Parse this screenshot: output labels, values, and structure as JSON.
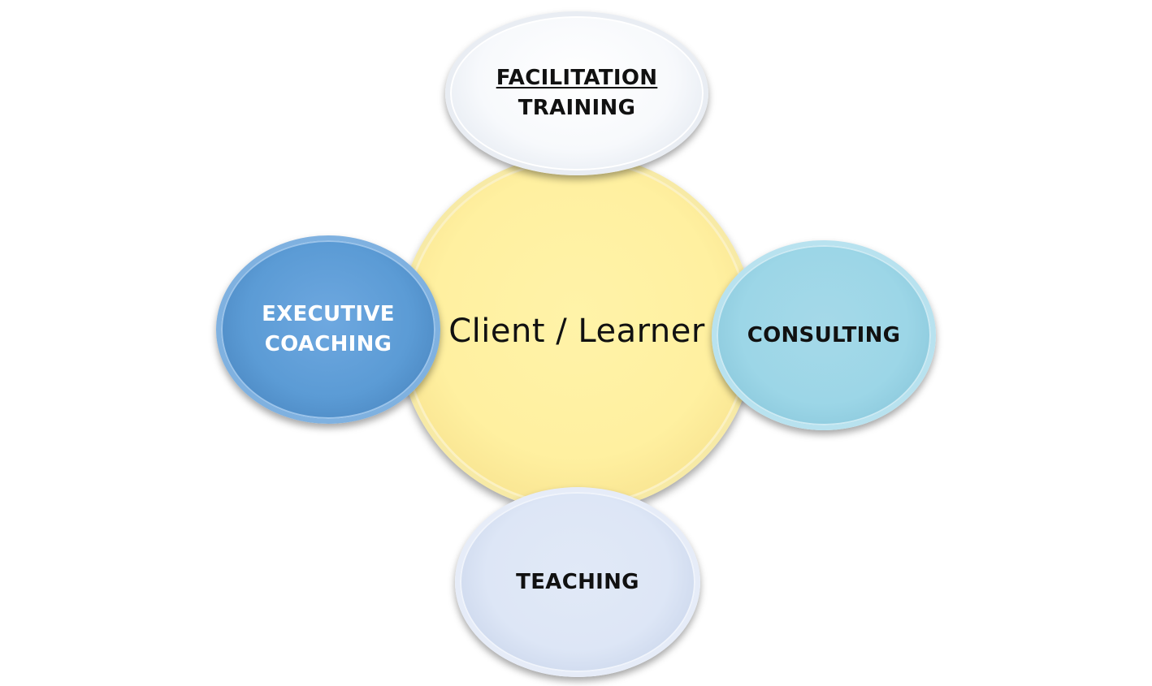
{
  "center": {
    "label": "Client / Learner"
  },
  "nodes": {
    "top": {
      "line1": "FACILITATION",
      "line2": "TRAINING"
    },
    "left": {
      "line1": "EXECUTIVE",
      "line2": "COACHING"
    },
    "right": {
      "line1": "CONSULTING"
    },
    "bottom": {
      "line1": "TEACHING"
    }
  },
  "colors": {
    "center_fill": "#fff0a0",
    "top_fill": "#f7f9fc",
    "left_fill": "#5b9bd5",
    "right_fill": "#9cd6e7",
    "bottom_fill": "#dde6f6"
  }
}
